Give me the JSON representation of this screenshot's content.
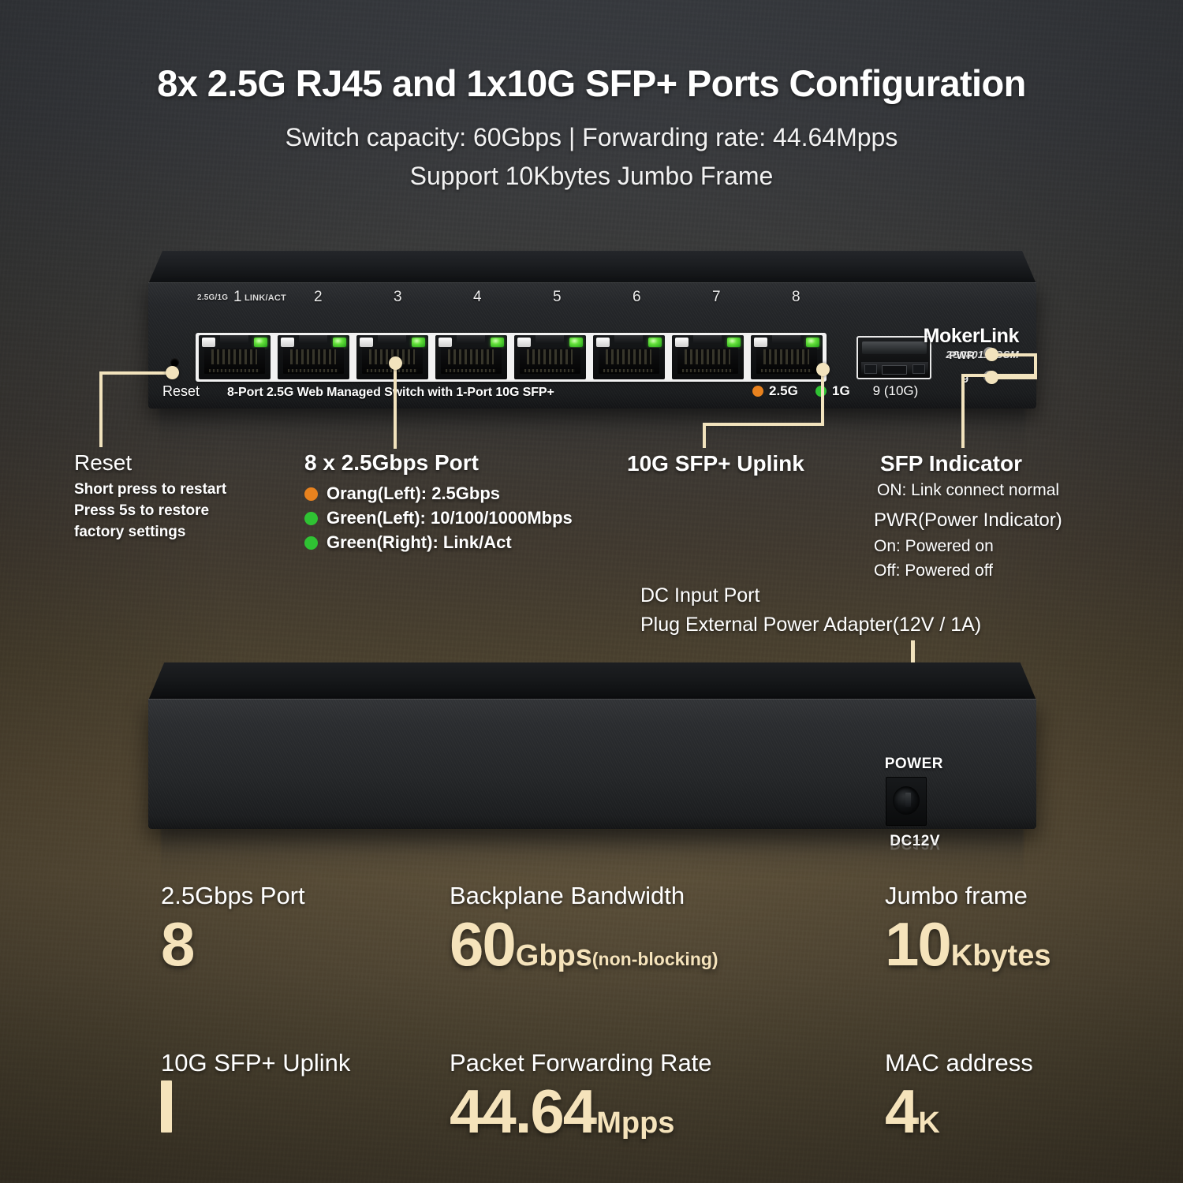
{
  "header": {
    "title": "8x 2.5G RJ45 and 1x10G SFP+ Ports Configuration",
    "subtitle_1": "Switch capacity: 60Gbps | Forwarding rate: 44.64Mpps",
    "subtitle_2": "Support 10Kbytes Jumbo Frame"
  },
  "device_front": {
    "brand": "MokerLink",
    "model": "2G080110GSM",
    "tagline": "8-Port 2.5G Web Managed Switch with 1-Port 10G SFP+",
    "reset_label": "Reset",
    "speed_label_left": "2.5G/1G",
    "link_act_label": "LINK/ACT",
    "port_numbers": [
      "1",
      "2",
      "3",
      "4",
      "5",
      "6",
      "7",
      "8"
    ],
    "sfp_port_label": "9 (10G)",
    "legend": [
      {
        "label": "2.5G",
        "color": "#e8821e"
      },
      {
        "label": "1G",
        "color": "#2fc233"
      }
    ],
    "indicators": [
      {
        "label": "PWR"
      },
      {
        "label": "9"
      }
    ]
  },
  "device_rear": {
    "power_label": "POWER",
    "dc_label": "DC12V"
  },
  "callouts": {
    "reset": {
      "title": "Reset",
      "lines": [
        "Short press to restart",
        "Press 5s to restore",
        "factory settings"
      ]
    },
    "ports": {
      "title": "8 x 2.5Gbps Port",
      "bullets": [
        {
          "text": "Orang(Left): 2.5Gbps",
          "color": "#e8821e"
        },
        {
          "text": "Green(Left): 10/100/1000Mbps",
          "color": "#2fc233"
        },
        {
          "text": "Green(Right): Link/Act",
          "color": "#2fc233"
        }
      ]
    },
    "sfp_uplink": {
      "title": "10G SFP+ Uplink"
    },
    "sfp_indicator": {
      "title": "SFP Indicator",
      "lines": [
        "ON: Link connect normal",
        "PWR(Power Indicator)",
        "On: Powered on",
        "Off: Powered off"
      ]
    },
    "dc_input": {
      "line_1": "DC Input Port",
      "line_2": "Plug External Power Adapter(12V / 1A)"
    }
  },
  "specs": [
    {
      "label": "2.5Gbps Port",
      "value": "8",
      "unit": "",
      "unit_small": ""
    },
    {
      "label": "Backplane Bandwidth",
      "value": "60",
      "unit": "Gbps",
      "unit_small": "(non-blocking)"
    },
    {
      "label": "Jumbo frame",
      "value": "10",
      "unit": "Kbytes",
      "unit_small": ""
    },
    {
      "label": "10G SFP+ Uplink",
      "value": "1",
      "unit": "",
      "unit_small": ""
    },
    {
      "label": "Packet Forwarding Rate",
      "value": "44.64",
      "unit": "Mpps",
      "unit_small": ""
    },
    {
      "label": "MAC address",
      "value": "4",
      "unit": "K",
      "unit_small": ""
    }
  ],
  "theme": {
    "accent_cream": "#f2e3bd",
    "spec_value_color": "#f5e3bb",
    "orange_led": "#e8821e",
    "green_led": "#2fc233"
  }
}
